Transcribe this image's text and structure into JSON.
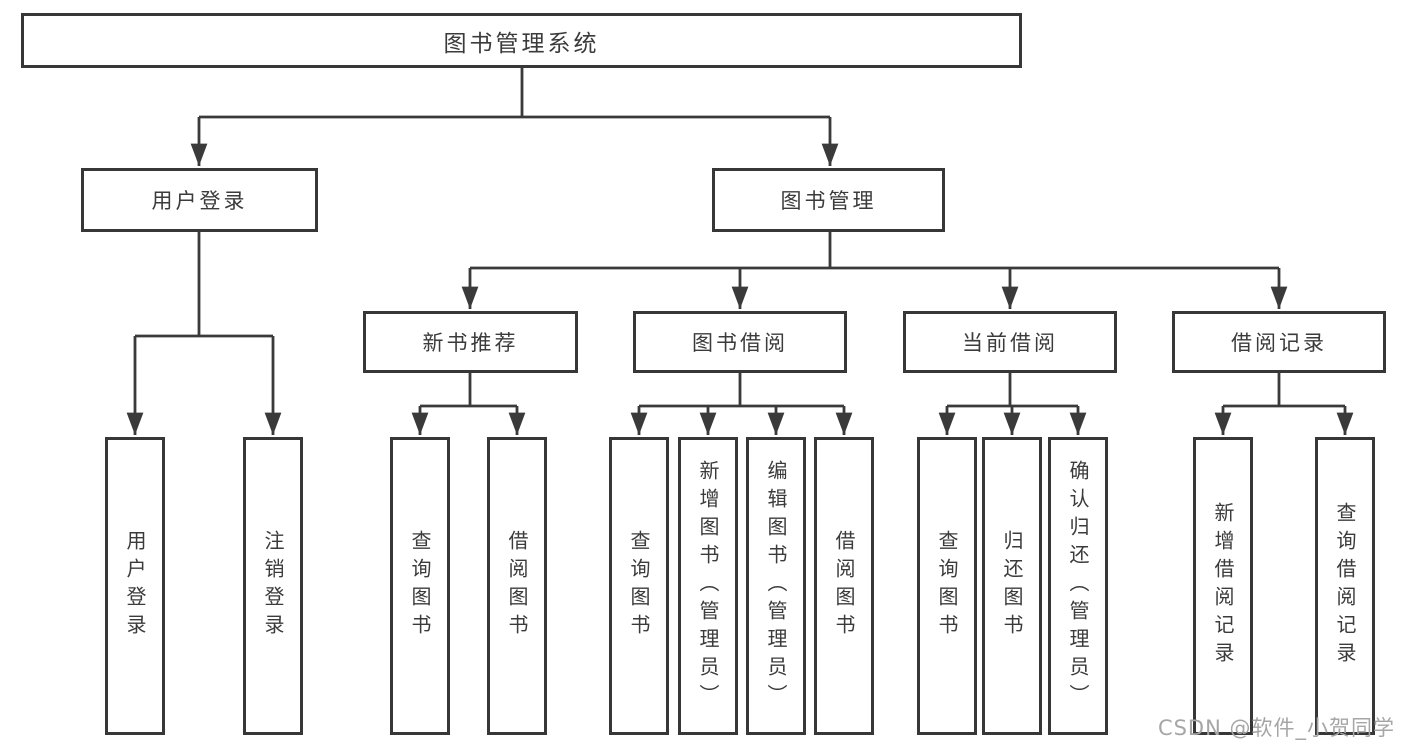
{
  "tree": {
    "label": "图书管理系统",
    "children": [
      {
        "label": "用户登录",
        "children": [
          {
            "label": "用户登录"
          },
          {
            "label": "注销登录"
          }
        ]
      },
      {
        "label": "图书管理",
        "children": [
          {
            "label": "新书推荐",
            "children": [
              {
                "label": "查询图书"
              },
              {
                "label": "借阅图书"
              }
            ]
          },
          {
            "label": "图书借阅",
            "children": [
              {
                "label": "查询图书"
              },
              {
                "label": "新增图书（管理员）"
              },
              {
                "label": "编辑图书（管理员）"
              },
              {
                "label": "借阅图书"
              }
            ]
          },
          {
            "label": "当前借阅",
            "children": [
              {
                "label": "查询图书"
              },
              {
                "label": "归还图书"
              },
              {
                "label": "确认归还（管理员）"
              }
            ]
          },
          {
            "label": "借阅记录",
            "children": [
              {
                "label": "新增借阅记录"
              },
              {
                "label": "查询借阅记录"
              }
            ]
          }
        ]
      }
    ]
  },
  "watermark": "CSDN @软件_小贺同学",
  "colors": {
    "line": "#3a3a3a",
    "box_border": "#373737",
    "text": "#3b3b3b",
    "watermark": "#a6a6a6",
    "background": "#ffffff"
  }
}
